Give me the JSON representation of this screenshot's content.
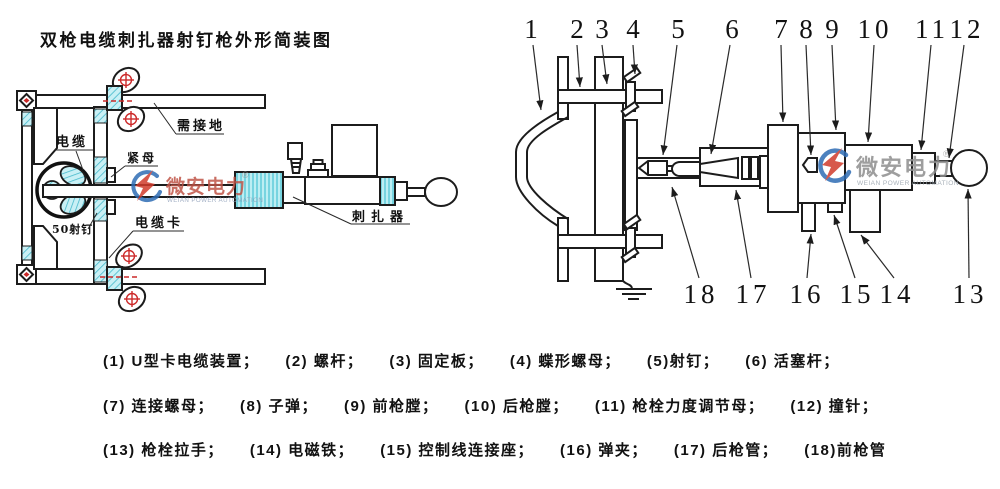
{
  "title": "双枪电缆刺扎器射钉枪外形简装图",
  "watermark": {
    "brand": "微安电力",
    "sub": "WEIAN POWER AUTOMATION",
    "reg": "®"
  },
  "left": {
    "labels": {
      "cable": "电缆",
      "ground": "需接地",
      "nut": "紧母",
      "nail50": "50射钉",
      "clamp": "电缆卡",
      "piercer": "刺扎器"
    }
  },
  "right": {
    "top_numbers": [
      "1",
      "2",
      "3",
      "4",
      "5",
      "6",
      "7",
      "8",
      "9",
      "10",
      "11",
      "12"
    ],
    "bottom_numbers": [
      "18",
      "17",
      "16",
      "15",
      "14",
      "13"
    ]
  },
  "legend": {
    "rows": [
      {
        "items": [
          "(1) U型卡电缆装置；",
          "(2) 螺杆；",
          "(3) 固定板；",
          "(4) 蝶形螺母；",
          "(5)射钉；",
          "(6) 活塞杆；"
        ]
      },
      {
        "items": [
          "(7) 连接螺母；",
          "(8) 子弹；",
          "(9) 前枪膛；",
          "(10) 后枪膛；",
          "(11) 枪栓力度调节母；",
          "(12) 撞针；"
        ]
      },
      {
        "items": [
          "(13) 枪栓拉手；",
          "(14) 电磁铁；",
          "(15) 控制线连接座；",
          "(16) 弹夹；",
          "(17) 后枪管；",
          "(18)前枪管"
        ]
      }
    ]
  },
  "colors": {
    "hatch_fill": "#c9f0f5",
    "hatch_line": "#46b9cb",
    "red": "#cc2a2a",
    "line": "#1c1c1c",
    "wm_red": "#c05548",
    "wm_gray": "#8e8e8e",
    "wm_blue": "#2f6db5",
    "wm_sub": "#93a3bc"
  }
}
